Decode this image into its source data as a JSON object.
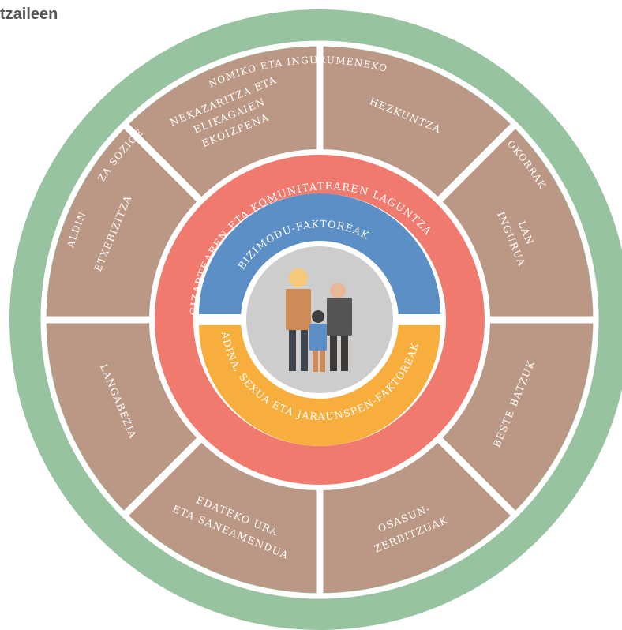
{
  "header": {
    "title": "tzaileen"
  },
  "outer_ring": {
    "labels": [
      "ALDIN",
      "ZA SOZIOE",
      "NOMIKO ETA INGURUMENEKO",
      "OKORRAK"
    ]
  },
  "segments": [
    {
      "id": "nekazaritza",
      "lines": [
        "NEKAZARITZA ETA",
        "ELIKAGAIEN",
        "EKOIZPENA"
      ]
    },
    {
      "id": "hezkuntza",
      "lines": [
        "HEZKUNTZA"
      ]
    },
    {
      "id": "lan-ingurua",
      "lines": [
        "LAN",
        "INGURUA"
      ]
    },
    {
      "id": "beste-batzuk",
      "lines": [
        "BESTE BATZUK"
      ]
    },
    {
      "id": "osasun",
      "lines": [
        "OSASUN-",
        "ZERBITZUAK"
      ]
    },
    {
      "id": "edateko-ura",
      "lines": [
        "EDATEKO URA",
        "ETA SANEAMENDUA"
      ]
    },
    {
      "id": "langabezia",
      "lines": [
        "LANGABEZIA"
      ]
    },
    {
      "id": "etxebizitza",
      "lines": [
        "ETXEBIZITZA"
      ]
    }
  ],
  "middle_ring": {
    "label": "GIZARTEAREN ETA KOMUNITATEAREN LAGUNTZA"
  },
  "inner_top": {
    "label": "BIZIMODU-FAKTOREAK"
  },
  "inner_bottom": {
    "label": "ADINA, SEXUA ETA JARAUNSPEN-FAKTOREAK"
  },
  "colors": {
    "outer_ring": "#98c3a1",
    "segment": "#bb9785",
    "middle_ring": "#f07a6e",
    "inner_top": "#5b8fc5",
    "inner_bottom": "#f7ae3d",
    "center": "#cdcdcd"
  }
}
